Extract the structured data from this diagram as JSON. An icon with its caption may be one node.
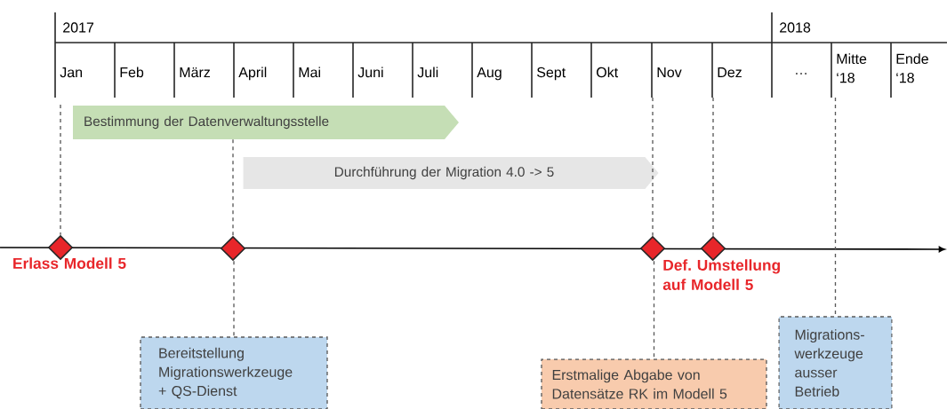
{
  "diagram": {
    "nodes": [
      {
        "text": [],
        "shape": "diamond",
        "beside": [
          "Erlass Modell 5"
        ]
      },
      {
        "text": [],
        "shape": "diamond"
      },
      {
        "text": [],
        "shape": "diamond"
      },
      {
        "text": [],
        "shape": "diamond",
        "beside": [
          "Def. Umstellung auf Modell 5"
        ]
      },
      {
        "text": [
          "Bestimmung der Datenverwaltungsstelle"
        ]
      },
      {
        "text": [
          "Durchführung der Migration 4.0 -> 5"
        ]
      },
      {
        "text": [
          "Bereitstellung Migrationswerkzeuge + QS-Dienst"
        ]
      },
      {
        "text": [
          "Erstmalige Abgabe von Datensätze RK im Modell 5"
        ]
      },
      {
        "text": [
          "Migrations- werkzeuge ausser Betrieb"
        ]
      }
    ],
    "edges": [
      {
        "from": null,
        "to": 0,
        "arrow": "none",
        "style": "dashed"
      },
      {
        "from": 4,
        "to": 1,
        "arrow": "none",
        "style": "dashed"
      },
      {
        "from": 1,
        "to": 6,
        "arrow": "none",
        "style": "dashed"
      },
      {
        "from": null,
        "to": 2,
        "arrow": "none",
        "style": "dashed"
      },
      {
        "from": 2,
        "to": 7,
        "arrow": "none",
        "style": "dashed"
      },
      {
        "from": null,
        "to": 3,
        "arrow": "none",
        "style": "dashed"
      },
      {
        "from": null,
        "to": 8,
        "arrow": "none",
        "style": "dashed"
      }
    ],
    "labels": [
      "2017",
      "2018",
      "Jan",
      "Feb",
      "März",
      "April",
      "Mai",
      "Juni",
      "Juli",
      "Aug",
      "Sept",
      "Okt",
      "Nov",
      "Dez",
      "…",
      "Mitte ‘18",
      "Ende ‘18"
    ]
  }
}
